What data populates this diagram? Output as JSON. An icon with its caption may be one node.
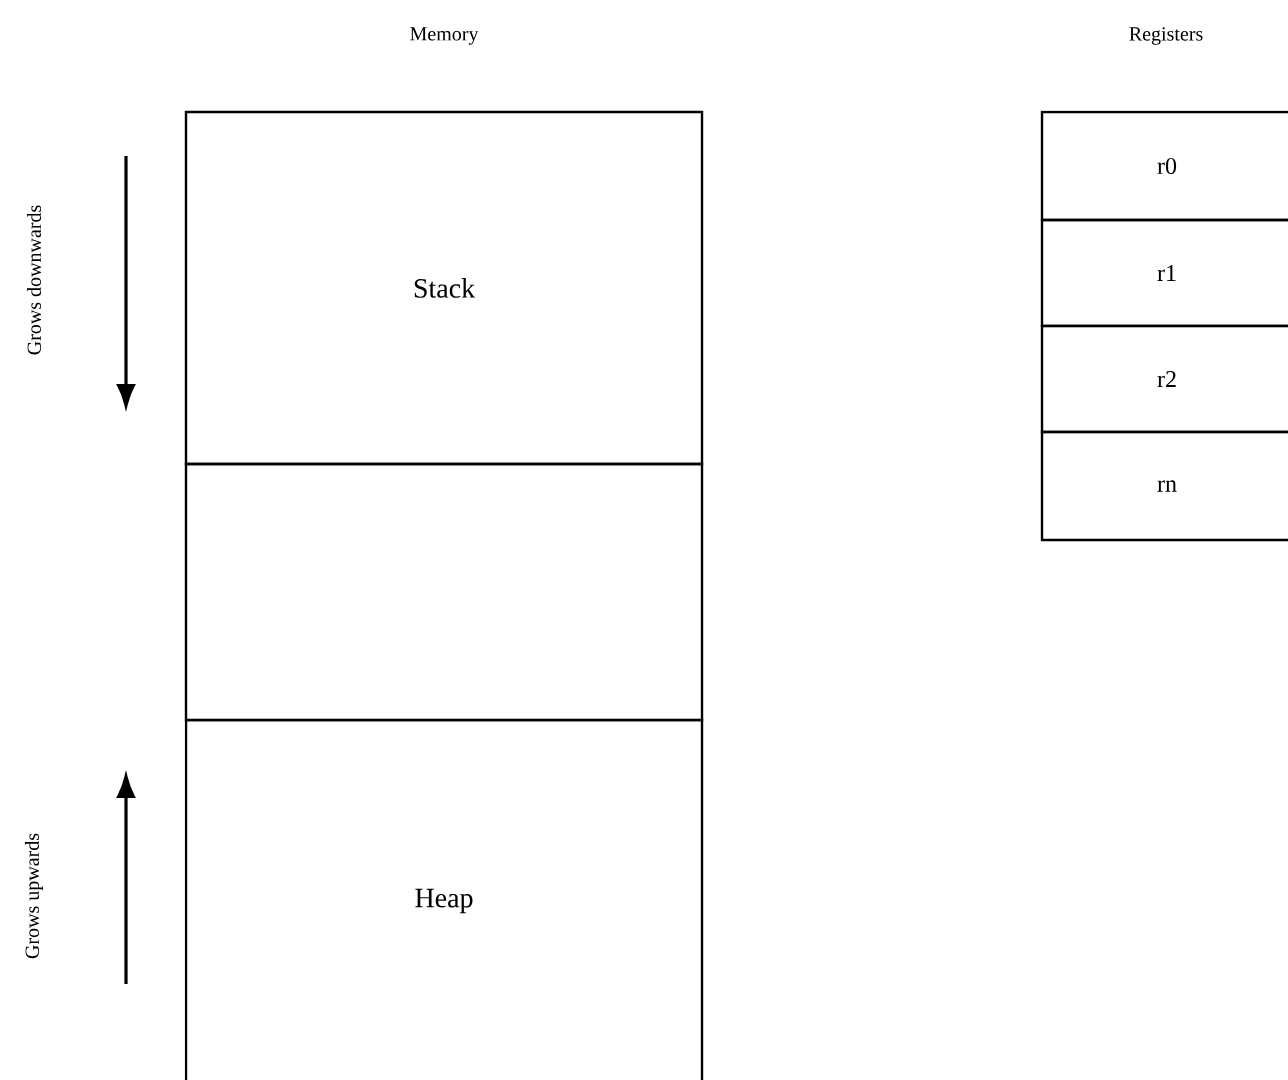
{
  "diagram": {
    "nodes": [
      {
        "text": [
          "Stack"
        ]
      },
      {
        "text": [],
        "shape": "box"
      },
      {
        "text": [
          "Heap"
        ]
      },
      {
        "text": [
          "r0"
        ]
      },
      {
        "text": [
          "r1"
        ]
      },
      {
        "text": [
          "r2"
        ]
      },
      {
        "text": [
          "rn"
        ]
      }
    ],
    "labels": [
      "Memory",
      "Registers",
      "Grows downwards",
      "Grows upwards"
    ]
  }
}
